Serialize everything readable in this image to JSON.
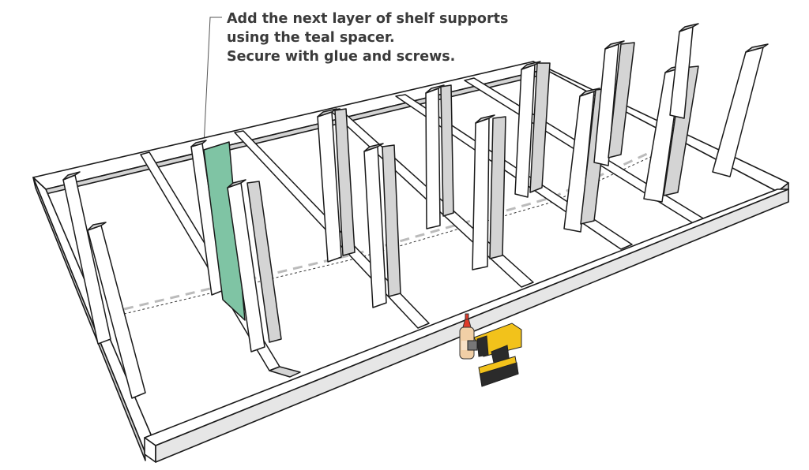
{
  "callout": {
    "lines": [
      "Add the next layer of shelf supports",
      "using the teal spacer.",
      "Secure with glue and screws."
    ]
  },
  "colors": {
    "wood_face": "#ffffff",
    "wood_side": "#d4d4d4",
    "wood_edge": "#1a1a1a",
    "spacer": "#7fc4a4",
    "drill_body": "#f2c21b",
    "drill_dark": "#2b2b2b",
    "glue_bottle": "#f1cfa6",
    "glue_cap": "#e03a2a"
  },
  "icons": {
    "tool": "cordless-drill-icon",
    "adhesive": "glue-bottle-icon"
  }
}
